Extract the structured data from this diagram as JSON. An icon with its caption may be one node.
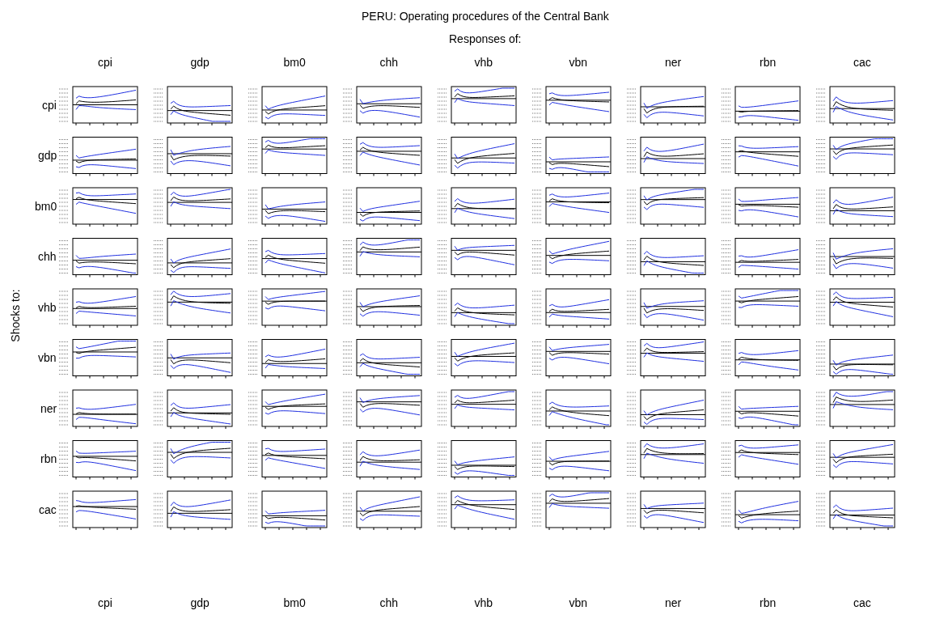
{
  "diagram": {
    "title": "PERU: Operating procedures of the Central Bank",
    "labels": [
      "Responses of:",
      "cpi",
      "gdp",
      "bm0",
      "chh",
      "vhb",
      "vbn",
      "ner",
      "rbn",
      "cac",
      "Shocks to:",
      "cpi",
      "gdp",
      "bm0",
      "chh",
      "vhb",
      "vbn",
      "ner",
      "rbn",
      "cac",
      "cpi",
      "gdp",
      "bm0",
      "chh",
      "vhb",
      "vbn",
      "ner",
      "rbn",
      "cac"
    ]
  }
}
